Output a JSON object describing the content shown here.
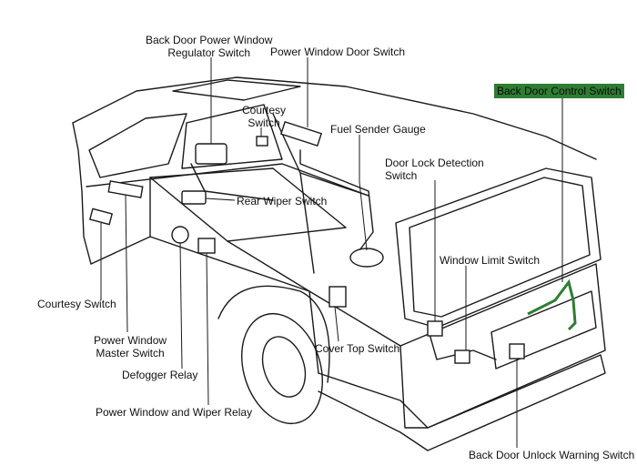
{
  "labels": {
    "back_door_pw_regulator_switch": [
      "Back Door Power Window",
      "Regulator Switch"
    ],
    "power_window_door_switch": "Power Window Door Switch",
    "back_door_control_switch": "Back Door Control Switch",
    "courtesy_switch_top": [
      "Courtesy",
      "Switch"
    ],
    "fuel_sender_gauge": "Fuel Sender Gauge",
    "door_lock_detection_switch": [
      "Door Lock Detection",
      "Switch"
    ],
    "rear_wiper_switch": "Rear Wiper Switch",
    "window_limit_switch": "Window Limit Switch",
    "courtesy_switch_left": "Courtesy Switch",
    "power_window_master_switch": [
      "Power Window",
      "Master Switch"
    ],
    "cover_top_switch": "Cover Top Switch",
    "defogger_relay": "Defogger Relay",
    "power_window_and_wiper_relay": "Power Window and Wiper Relay",
    "back_door_unlock_warning_switch": "Back Door Unlock Warning Switch"
  },
  "colors": {
    "line": "#1a1a1a",
    "highlight": "#2e7d32",
    "harness": "#2e7d32"
  }
}
